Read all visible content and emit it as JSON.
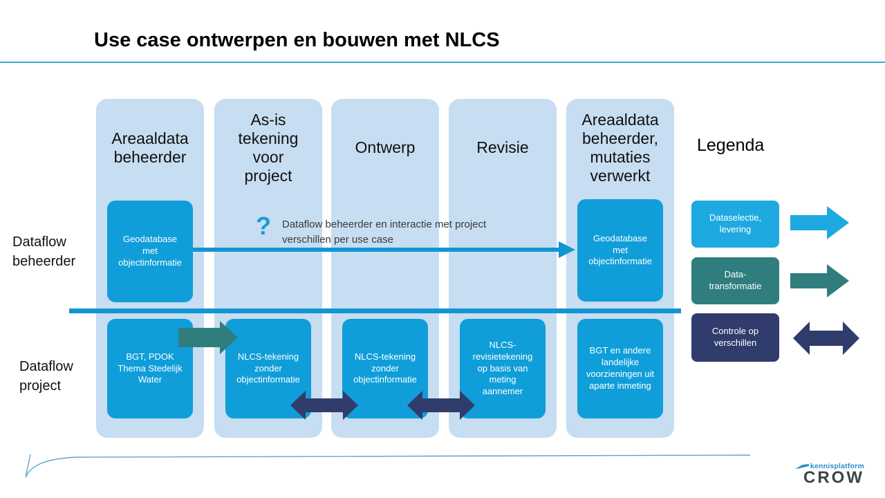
{
  "title": "Use case ontwerpen en bouwen met NLCS",
  "row_labels": [
    "Dataflow\nbeheerder",
    "Dataflow\nproject"
  ],
  "columns": [
    {
      "header": "Areaaldata\nbeheerder",
      "top_box": "Geodatabase\nmet\nobjectinformatie",
      "bottom_box": "BGT, PDOK\nThema Stedelijk\nWater"
    },
    {
      "header": "As-is\ntekening\nvoor\nproject",
      "bottom_box": "NLCS-tekening\nzonder\nobjectinformatie"
    },
    {
      "header": "Ontwerp",
      "bottom_box": "NLCS-tekening\nzonder\nobjectinformatie"
    },
    {
      "header": "Revisie",
      "bottom_box": "NLCS-\nrevisietekening\nop basis van\nmeting\naannemer"
    },
    {
      "header": "Areaaldata\nbeheerder,\nmutaties\nverwerkt",
      "top_box": "Geodatabase\nmet\nobjectinformatie",
      "bottom_box": "BGT en andere\nlandelijke\nvoorzieningen uit\naparte inmeting"
    }
  ],
  "annotation": {
    "mark": "?",
    "text": "Dataflow beheerder en interactie met project\nverschillen per use case"
  },
  "legend": {
    "heading": "Legenda",
    "items": [
      {
        "label": "Dataselectie,\nlevering",
        "color": "#1ea9e0",
        "arrow": "single-right"
      },
      {
        "label": "Data-\ntransformatie",
        "color": "#2f7e7d",
        "arrow": "single-right"
      },
      {
        "label": "Controle op\nverschillen",
        "color": "#303c6b",
        "arrow": "double-headed"
      }
    ]
  },
  "logo": {
    "sub": "kennisplatform",
    "main": "CROW"
  },
  "colors": {
    "column_bg": "#c7ddf1",
    "box_cyan": "#0f9ed9",
    "flow_blue": "#1295d3",
    "legend_cyan": "#1ea9e0",
    "teal": "#2f7e7d",
    "navy": "#303c6b",
    "title_rule": "#35b0d4",
    "logo_blue": "#2b8ccb",
    "logo_dark": "#3d444c"
  }
}
